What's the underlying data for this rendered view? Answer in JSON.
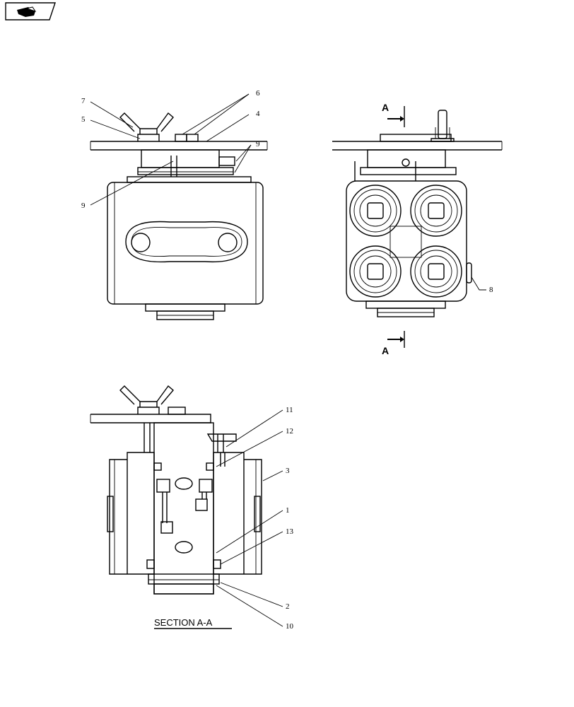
{
  "header": {
    "icon": "back-arrow-icon"
  },
  "views": {
    "top_left": {
      "callouts": {
        "c7": "7",
        "c5": "5",
        "c6": "6",
        "c4": "4",
        "c9a": "9",
        "c9b": "9"
      }
    },
    "top_right": {
      "section_marker_top": "A",
      "section_marker_bottom": "A",
      "callouts": {
        "c8": "8"
      }
    },
    "section": {
      "title": "SECTION A-A",
      "callouts": {
        "c11": "11",
        "c12": "12",
        "c3": "3",
        "c1": "1",
        "c13": "13",
        "c2": "2",
        "c10": "10"
      }
    }
  }
}
